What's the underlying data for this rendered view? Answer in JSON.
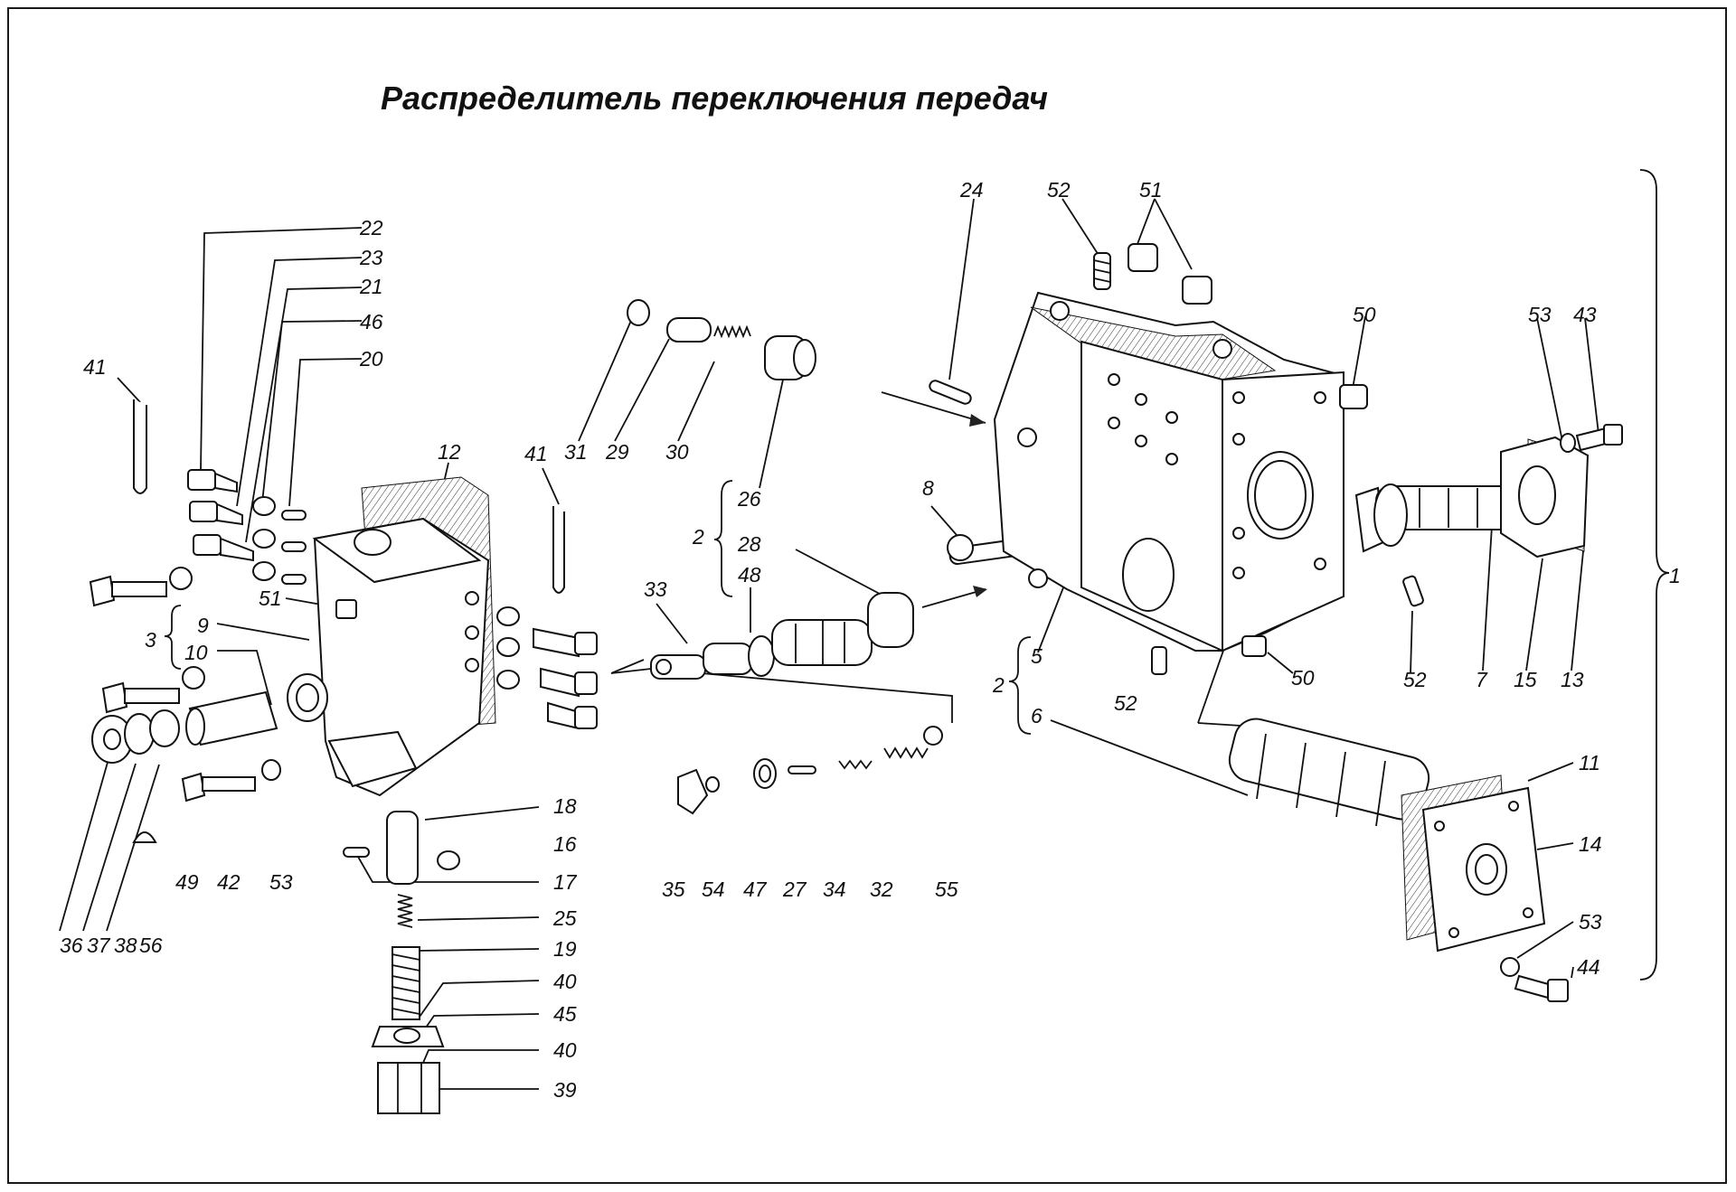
{
  "title": "Распределитель переключения передач",
  "labels": [
    "1",
    "2",
    "2",
    "3",
    "5",
    "6",
    "7",
    "8",
    "9",
    "10",
    "11",
    "12",
    "13",
    "14",
    "15",
    "16",
    "17",
    "18",
    "19",
    "20",
    "21",
    "22",
    "23",
    "24",
    "25",
    "26",
    "27",
    "28",
    "29",
    "30",
    "31",
    "32",
    "33",
    "34",
    "35",
    "36",
    "37",
    "38",
    "39",
    "40",
    "40",
    "41",
    "41",
    "42",
    "43",
    "44",
    "45",
    "46",
    "47",
    "48",
    "49",
    "50",
    "50",
    "51",
    "51",
    "52",
    "52",
    "52",
    "53",
    "53",
    "53",
    "54",
    "55",
    "56"
  ]
}
